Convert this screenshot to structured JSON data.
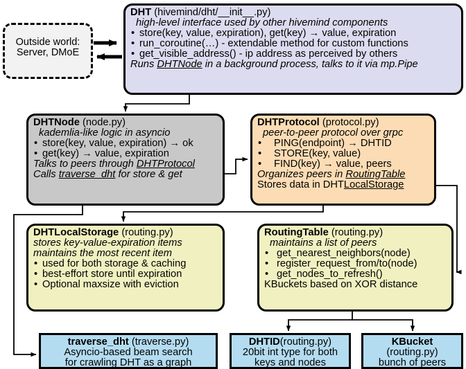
{
  "diagram": {
    "title": "hivemind DHT architecture",
    "colors": {
      "dht_fill": "#dcdcf0",
      "dhtnode_fill": "#c8c8c8",
      "dhtprotocol_fill": "#fcdcb4",
      "storage_fill": "#f0f0c0",
      "leaf_fill": "#b4dcf0",
      "outside_fill": "#f2f2f2",
      "stroke": "#000000",
      "background": "#ffffff"
    }
  },
  "nodes": {
    "outside_world": {
      "line1": "Outside world:",
      "line2": "Server, DMoE"
    },
    "dht": {
      "title": "DHT",
      "module": " (hivemind/dht/__init__.py)",
      "subtitle": "high-level interface used by other hivemind components",
      "bullets": [
        "store(key, value, expiration), get(key) → value, expiration",
        "run_coroutine(…) - extendable method for custom functions",
        "get_visible_address() - ip address as perceived by others"
      ],
      "footer_pre": "Runs ",
      "footer_link": "DHTNode",
      "footer_post": " in a background process, talks to it via mp.Pipe"
    },
    "dhtnode": {
      "title": "DHTNode",
      "module": " (node.py)",
      "subtitle": "kademlia-like logic in asyncio",
      "bullets": [
        "store(key, value, expiration) → ok",
        "get(key) → value, expiration"
      ],
      "footer1_pre": "Talks to peers through ",
      "footer1_link": "DHTProtocol",
      "footer2_pre": "Calls ",
      "footer2_link": "traverse_dht",
      "footer2_post": " for store & get"
    },
    "dhtprotocol": {
      "title": "DHTProtocol",
      "module": " (protocol.py)",
      "subtitle": "peer-to-peer protocol over grpc",
      "bullets": [
        "PING(endpoint) → DHTID",
        "STORE(key, value)",
        "FIND(key) →  value, peers"
      ],
      "footer1_pre": "Organizes peers in ",
      "footer1_link": "RoutingTable",
      "footer2_pre": "Stores data in DHT",
      "footer2_link": "LocalStorage"
    },
    "dhtlocalstorage": {
      "title": "DHTLocalStorage",
      "module": " (routing.py)",
      "subtitle1": "stores key-value-expiration items",
      "subtitle2": "maintains the most recent item",
      "bullets": [
        "used for both storage & caching",
        "best-effort store until expiration",
        "Optional maxsize with eviction"
      ]
    },
    "routingtable": {
      "title": "RoutingTable",
      "module": " (routing.py)",
      "subtitle": "maintains a list of peers",
      "bullets": [
        "get_nearest_neighbors(node)",
        "register_request_from/to(node)",
        "get_nodes_to_refresh()"
      ],
      "footer": "KBuckets based on XOR distance"
    },
    "traverse_dht": {
      "title": "traverse_dht",
      "module": " (traverse.py)",
      "line2": "Asyncio-based beam search",
      "line3": "for crawling DHT as a graph"
    },
    "dhtid": {
      "title": "DHTID",
      "module": "(routing.py)",
      "line2": "20bit int type for both",
      "line3": "keys and nodes"
    },
    "kbucket": {
      "title": "KBucket",
      "module": "(routing.py)",
      "line3": "bunch of peers"
    }
  },
  "edges": [
    {
      "from": "outside_world",
      "to": "dht",
      "style": "thick-arrow-right"
    },
    {
      "from": "dht",
      "to": "outside_world",
      "style": "thick-arrow-left"
    },
    {
      "from": "dht",
      "to": "dhtnode",
      "style": "arrow-down"
    },
    {
      "from": "dhtnode",
      "to": "dhtprotocol",
      "style": "arrow-right"
    },
    {
      "from": "dhtnode",
      "to": "traverse_dht",
      "style": "arrow-left-down"
    },
    {
      "from": "dhtprotocol",
      "to": "dhtlocalstorage",
      "style": "arrow-left-down"
    },
    {
      "from": "dhtprotocol",
      "to": "routingtable",
      "style": "arrow-right-down"
    },
    {
      "from": "routingtable",
      "to": "dhtid",
      "style": "arrow-down"
    },
    {
      "from": "routingtable",
      "to": "kbucket",
      "style": "arrow-down"
    }
  ]
}
